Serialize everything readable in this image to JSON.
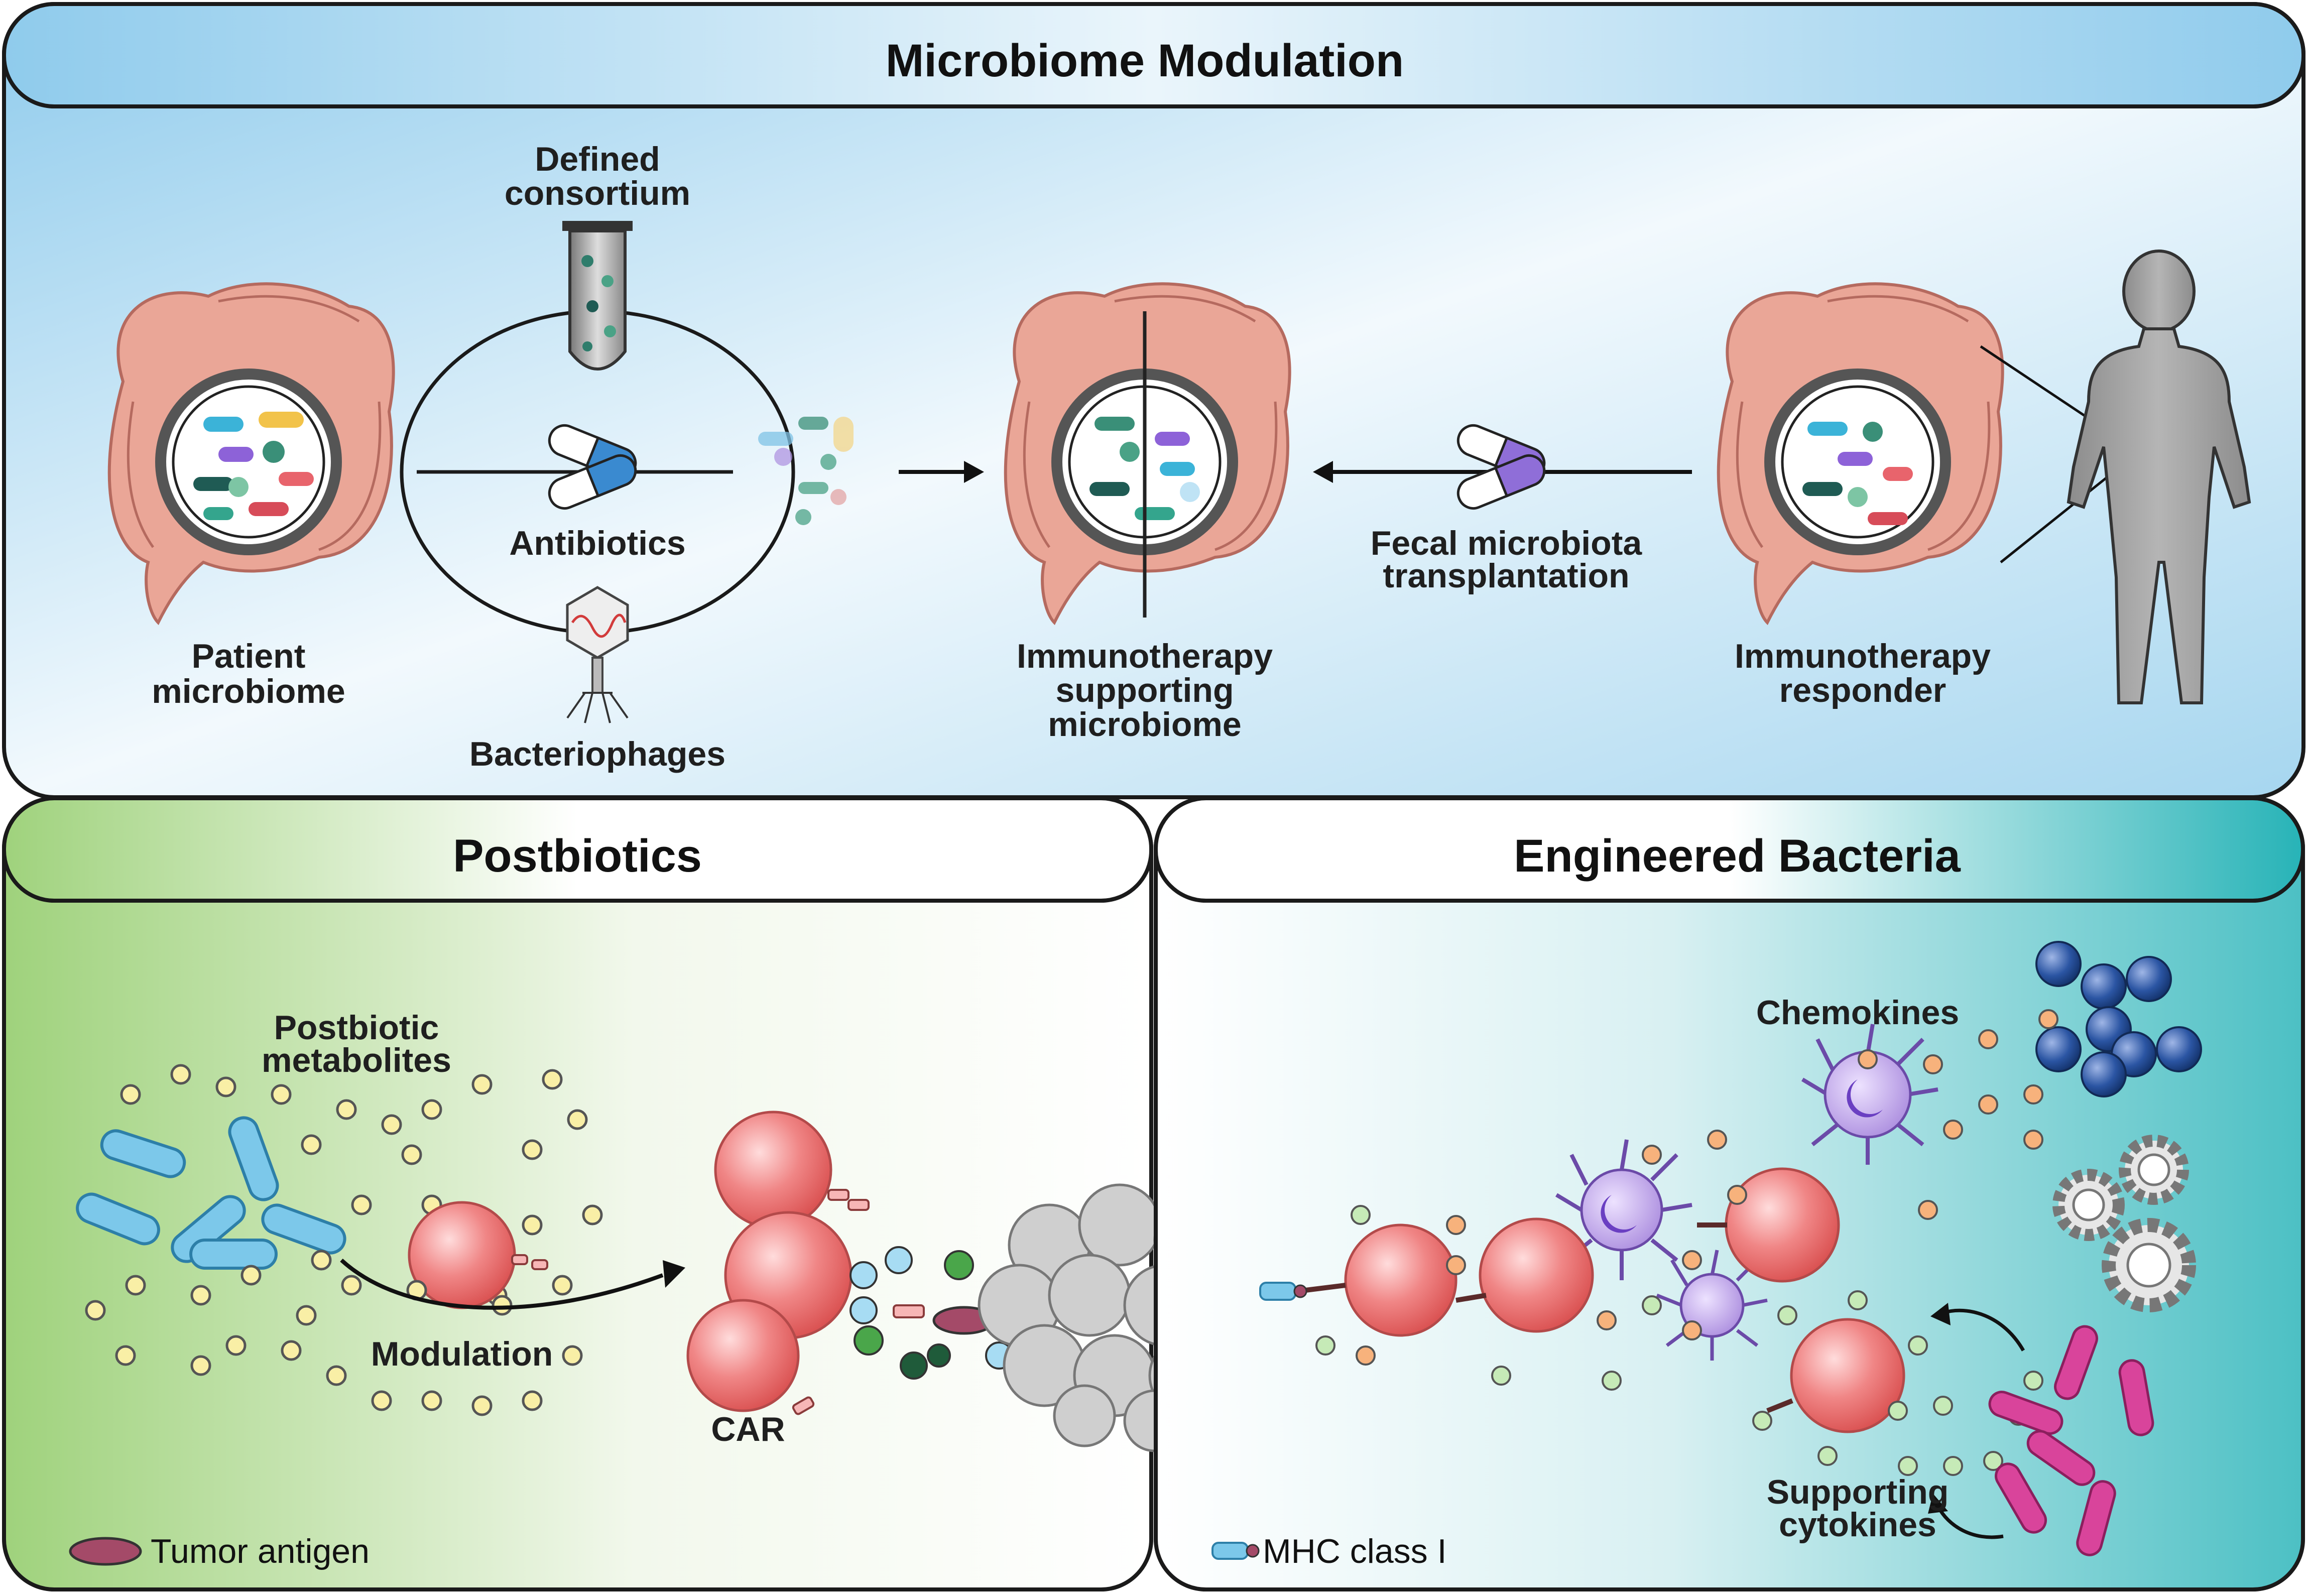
{
  "panels": {
    "microbiome": {
      "title": "Microbiome Modulation",
      "labels": {
        "defined_consortium_1": "Defined",
        "defined_consortium_2": "consortium",
        "antibiotics": "Antibiotics",
        "bacteriophages": "Bacteriophages",
        "patient_1": "Patient",
        "patient_2": "microbiome",
        "supporting_1": "Immunotherapy",
        "supporting_2": "supporting",
        "supporting_3": "microbiome",
        "fmt_1": "Fecal microbiota",
        "fmt_2": "transplantation",
        "responder_1": "Immunotherapy",
        "responder_2": "responder"
      }
    },
    "postbiotics": {
      "title": "Postbiotics",
      "labels": {
        "metabolites_1": "Postbiotic",
        "metabolites_2": "metabolites",
        "modulation": "Modulation",
        "car": "CAR",
        "legend_tumor_antigen": "Tumor antigen"
      }
    },
    "engineered": {
      "title": "Engineered Bacteria",
      "labels": {
        "chemokines": "Chemokines",
        "cytokines_1": "Supporting",
        "cytokines_2": "cytokines",
        "legend_mhc": "MHC class I"
      }
    }
  },
  "colors": {
    "top_panel": "#aed8ef",
    "postbiotics_panel": "#a9d68b",
    "engineered_panel": "#2bb3b9",
    "colon": "#e9a596",
    "t_cell": "#ee6b6b",
    "tumor": "#c9c9c9",
    "dendritic_cell": "#a989dd",
    "metabolite": "#f9efa6",
    "cytokine": "#c6eab7",
    "chemokine": "#f7b27c",
    "engineered_bacteria": "#d9449b",
    "postbiotic_bacteria": "#7cc8ea"
  }
}
